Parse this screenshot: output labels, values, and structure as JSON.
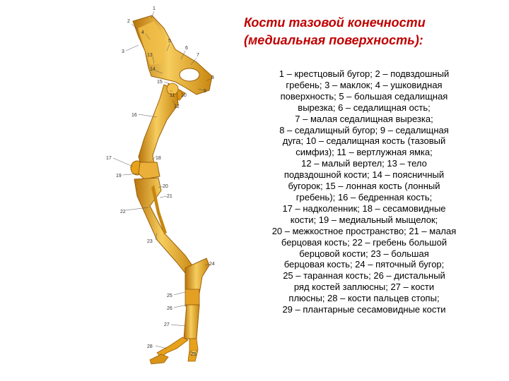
{
  "slide": {
    "title_lines": [
      "Кости тазовой конечности",
      "(медиальная поверхность):"
    ],
    "legend_lines": [
      "1 – крестцовый бугор; 2 – подвздошный",
      "гребень; 3 – маклок; 4 – ушковидная",
      "поверхность; 5 – большая седалищная",
      "вырезка; 6 – седалищная ость;",
      "7 – малая седалищная вырезка;",
      "8 – седалищный бугор; 9 – седалищная",
      "дуга; 10 – седалищная кость (тазовый",
      "симфиз); 11 – вертлужная ямка;",
      "12 – малый вертел; 13 – тело",
      "подвздошной кости; 14 – поясничный",
      "бугорок; 15 – лонная кость (лонный",
      "гребень); 16 – бедренная кость;",
      "17 – надколенник; 18 – сесамовидные",
      "кости; 19 – медиальный мыщелок;",
      "20 – межкостное пространство; 21 – малая",
      "берцовая кость; 22 – гребень большой",
      "берцовой кости; 23 – большая",
      "берцовая кость; 24 – пяточный бугор;",
      "25 – таранная кость; 26 – дистальный",
      "ряд костей заплюсны; 27 – кости",
      "плюсны; 28 – кости пальцев стопы;",
      "29 – плантарные сесамовидные кости"
    ]
  },
  "figure": {
    "labels": [
      "1",
      "2",
      "3",
      "4",
      "5",
      "6",
      "13",
      "14",
      "15",
      "7",
      "8",
      "9",
      "10",
      "11",
      "12",
      "16",
      "17",
      "18",
      "19",
      "20",
      "21",
      "22",
      "23",
      "24",
      "25",
      "26",
      "27",
      "28",
      "29"
    ]
  },
  "colors": {
    "title": "#c00000",
    "bone": "#e8a21a",
    "bone_dark": "#b8740c",
    "bone_light": "#f6cd5e"
  }
}
